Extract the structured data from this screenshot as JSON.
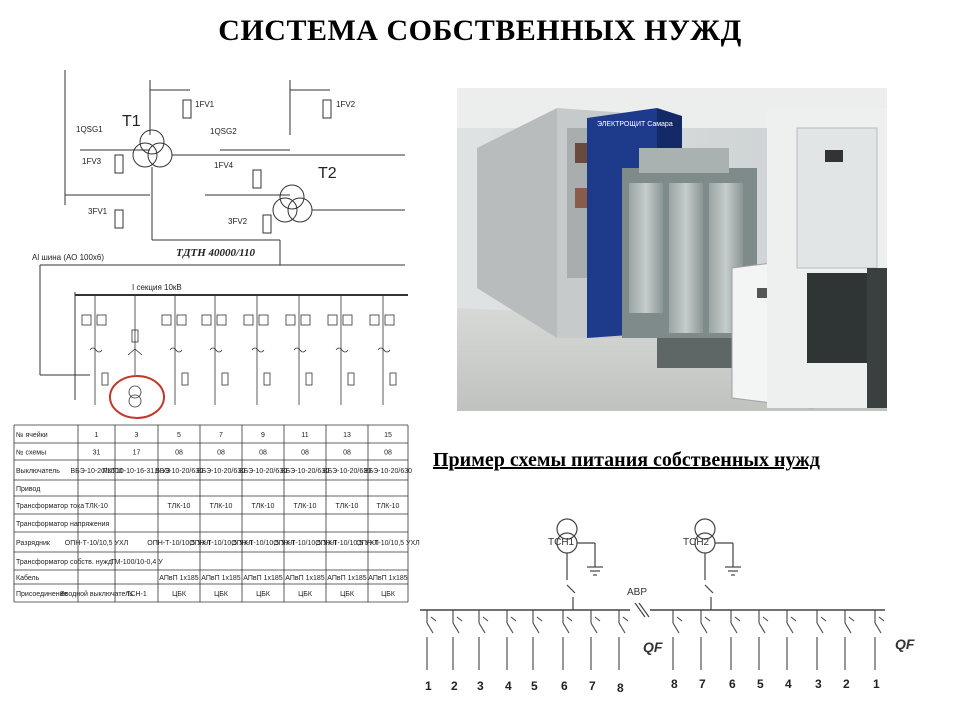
{
  "page": {
    "title": "СИСТЕМА СОБСТВЕННЫХ НУЖД",
    "caption": "Пример схемы питания собственных нужд"
  },
  "left_scheme": {
    "labels": {
      "t1": "T1",
      "t2": "T2",
      "fv1": "1FV1",
      "fv2": "1FV2",
      "fv3": "1FV3",
      "fv4": "1FV4",
      "qsg1": "1QSG1",
      "qsg2": "1QSG2",
      "fv3b": "3FV1",
      "fv3c": "3FV2",
      "transformer_type": "ТДТН 40000/110",
      "busbar": "Al шина (АО 100х6)",
      "section": "I секция 10кВ"
    },
    "table": {
      "row_headers": [
        "№ ячейки",
        "№ схемы",
        "Выключатель",
        "Привод",
        "Трансформатор тока",
        "Трансформатор напряжения",
        "Разрядник",
        "Трансформатор собств. нужд",
        "Кабель",
        "Присоединение"
      ],
      "columns": [
        {
          "cell": "1",
          "scheme": "31",
          "breaker": "ВБЭ-10-20/1600",
          "ct": "ТЛК-10",
          "arrester": "ОПН-Т-10/10,5 УХЛ",
          "tsn": "",
          "cable": "",
          "conn": "Вводной выключатель"
        },
        {
          "cell": "3",
          "scheme": "17",
          "breaker": "ПКТ10-10-16-31,5 УЗ",
          "ct": "",
          "arrester": "",
          "tsn": "ТМ-100/10-0,4 У",
          "cable": "",
          "conn": "ТСН-1"
        },
        {
          "cell": "5",
          "scheme": "08",
          "breaker": "ВБЭ-10-20/630",
          "ct": "ТЛК-10",
          "arrester": "ОПН-Т-10/10,5 УХЛ",
          "tsn": "",
          "cable": "АПвП 1х185",
          "conn": "ЦБК"
        },
        {
          "cell": "7",
          "scheme": "08",
          "breaker": "ВБЭ-10-20/630",
          "ct": "ТЛК-10",
          "arrester": "ОПН-Т-10/10,5 УХЛ",
          "tsn": "",
          "cable": "АПвП 1х185",
          "conn": "ЦБК"
        },
        {
          "cell": "9",
          "scheme": "08",
          "breaker": "ВБЭ-10-20/630",
          "ct": "ТЛК-10",
          "arrester": "ОПН-Т-10/10,5 УХЛ",
          "tsn": "",
          "cable": "АПвП 1х185",
          "conn": "ЦБК"
        },
        {
          "cell": "11",
          "scheme": "08",
          "breaker": "ВБЭ-10-20/630",
          "ct": "ТЛК-10",
          "arrester": "ОПН-Т-10/10,5 УХЛ",
          "tsn": "",
          "cable": "АПвП 1х185",
          "conn": "ЦБК"
        },
        {
          "cell": "13",
          "scheme": "08",
          "breaker": "ВБЭ-10-20/630",
          "ct": "ТЛК-10",
          "arrester": "ОПН-Т-10/10,5 УХЛ",
          "tsn": "",
          "cable": "АПвП 1х185",
          "conn": "ЦБК"
        },
        {
          "cell": "15",
          "scheme": "08",
          "breaker": "ВБЭ-10-20/630",
          "ct": "ТЛК-10",
          "arrester": "ОПН-Т-10/10,5 УХЛ",
          "tsn": "",
          "cable": "АПвП 1х185",
          "conn": "ЦБК"
        }
      ]
    }
  },
  "photo": {
    "brand": "ЭЛЕКТРОЩИТ Самара"
  },
  "right_scheme": {
    "tsn1": "ТСН1",
    "tsn2": "ТСН2",
    "avr": "АВР",
    "qf_left": "QF",
    "qf_right": "QF",
    "left_numbers": [
      "1",
      "2",
      "3",
      "4",
      "5",
      "6",
      "7",
      "8"
    ],
    "right_numbers": [
      "8",
      "7",
      "6",
      "5",
      "4",
      "3",
      "2",
      "1"
    ]
  },
  "colors": {
    "highlight_circle": "#c0392b",
    "cabinet_blue": "#1e3a8a"
  }
}
